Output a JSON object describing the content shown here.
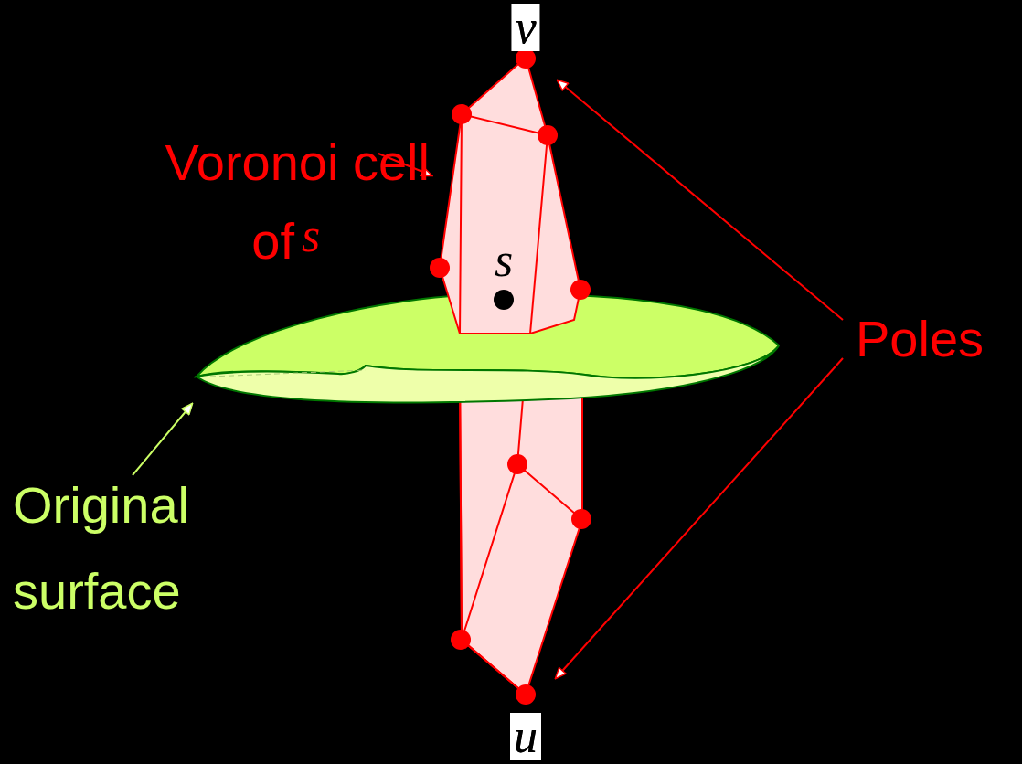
{
  "diagram": {
    "labels": [
      "v",
      "Voronoi cell",
      "of",
      "s",
      "s",
      "Poles",
      "Original surface",
      "u"
    ]
  }
}
